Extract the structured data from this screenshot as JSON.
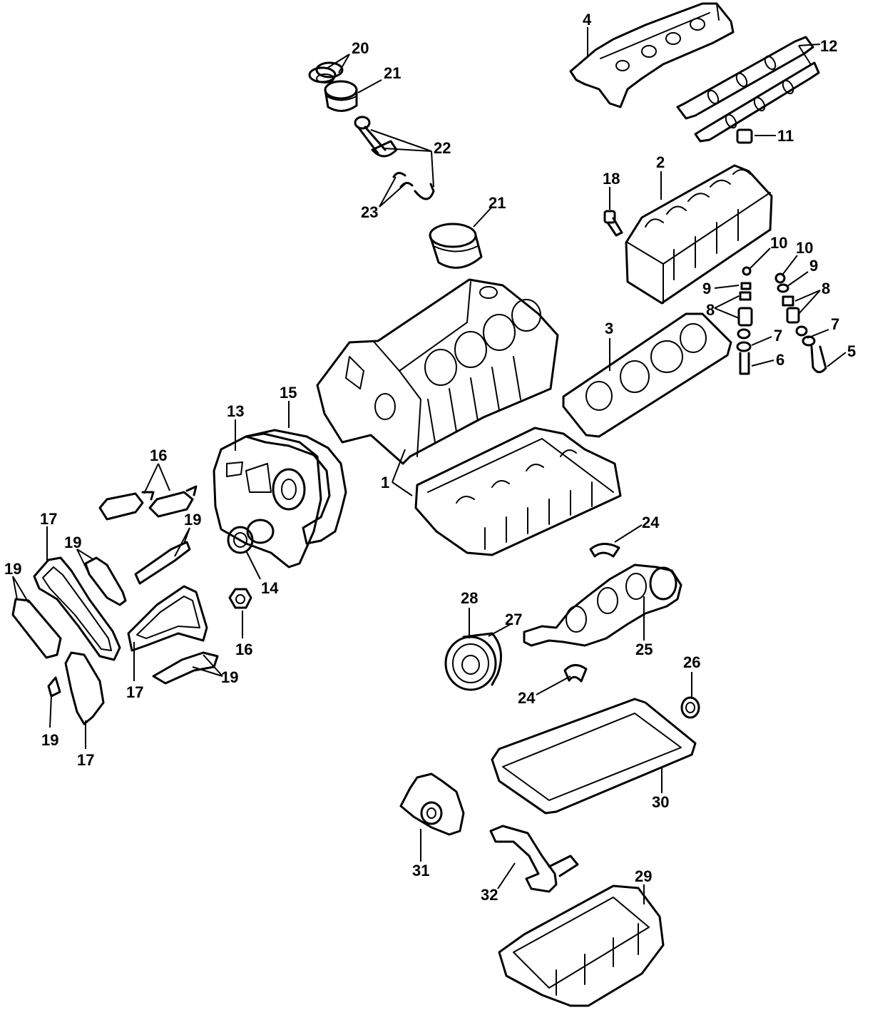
{
  "diagram": {
    "type": "exploded-parts-diagram",
    "callouts": [
      {
        "part": "cylinder-block",
        "label": "1"
      },
      {
        "part": "cylinder-head",
        "label": "2"
      },
      {
        "part": "head-gasket",
        "label": "3"
      },
      {
        "part": "valve-cover",
        "label": "4"
      },
      {
        "part": "exhaust-valve",
        "label": "5"
      },
      {
        "part": "intake-valve",
        "label": "6"
      },
      {
        "part": "valve-spring-seat-left",
        "label": "7"
      },
      {
        "part": "valve-spring-seat-right",
        "label": "7"
      },
      {
        "part": "valve-spring-left",
        "label": "8"
      },
      {
        "part": "valve-spring-right",
        "label": "8"
      },
      {
        "part": "valve-keeper-left",
        "label": "9"
      },
      {
        "part": "valve-keeper-right",
        "label": "9"
      },
      {
        "part": "valve-lifter-left",
        "label": "10"
      },
      {
        "part": "valve-lifter-right",
        "label": "10"
      },
      {
        "part": "camshaft-plug",
        "label": "11"
      },
      {
        "part": "camshafts",
        "label": "12"
      },
      {
        "part": "timing-cover",
        "label": "13"
      },
      {
        "part": "front-crank-seal",
        "label": "14"
      },
      {
        "part": "timing-cover-gasket",
        "label": "15"
      },
      {
        "part": "chain-tensioners",
        "label": "16"
      },
      {
        "part": "tensioner-nut",
        "label": "16"
      },
      {
        "part": "timing-chain-left",
        "label": "17"
      },
      {
        "part": "timing-chain-center",
        "label": "17"
      },
      {
        "part": "timing-chain-lower",
        "label": "17"
      },
      {
        "part": "head-plug",
        "label": "18"
      },
      {
        "part": "chain-guide-left",
        "label": "19"
      },
      {
        "part": "chain-guide-upper",
        "label": "19"
      },
      {
        "part": "chain-guide-mid",
        "label": "19"
      },
      {
        "part": "chain-guide-lower",
        "label": "19"
      },
      {
        "part": "chain-guide-small",
        "label": "19"
      },
      {
        "part": "piston-rings",
        "label": "20"
      },
      {
        "part": "piston-top",
        "label": "21"
      },
      {
        "part": "piston-main",
        "label": "21"
      },
      {
        "part": "connecting-rod",
        "label": "22"
      },
      {
        "part": "rod-bearings",
        "label": "23"
      },
      {
        "part": "main-bearing-upper",
        "label": "24"
      },
      {
        "part": "main-bearing-lower",
        "label": "24"
      },
      {
        "part": "crankshaft",
        "label": "25"
      },
      {
        "part": "rear-main-seal",
        "label": "26"
      },
      {
        "part": "crank-sprocket",
        "label": "27"
      },
      {
        "part": "harmonic-balancer",
        "label": "28"
      },
      {
        "part": "oil-pan",
        "label": "29"
      },
      {
        "part": "oil-pan-gasket",
        "label": "30"
      },
      {
        "part": "oil-pump",
        "label": "31"
      },
      {
        "part": "oil-pickup-tube",
        "label": "32"
      }
    ]
  }
}
